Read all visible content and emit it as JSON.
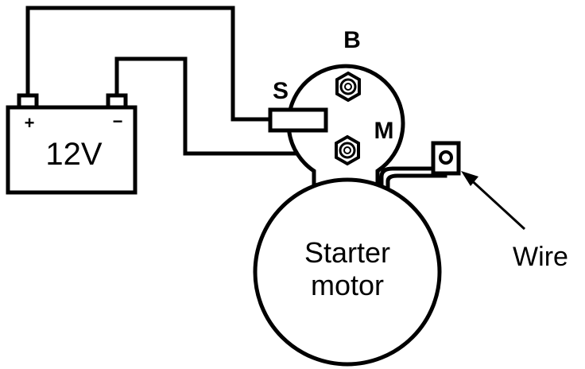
{
  "battery": {
    "label": "12V",
    "plus": "+",
    "minus": "−"
  },
  "solenoid": {
    "terminal_b": "B",
    "terminal_s": "S",
    "terminal_m": "M"
  },
  "motor": {
    "line1": "Starter",
    "line2": "motor"
  },
  "callout": {
    "label": "Wire"
  },
  "colors": {
    "ink": "#000000",
    "paper": "#ffffff"
  }
}
